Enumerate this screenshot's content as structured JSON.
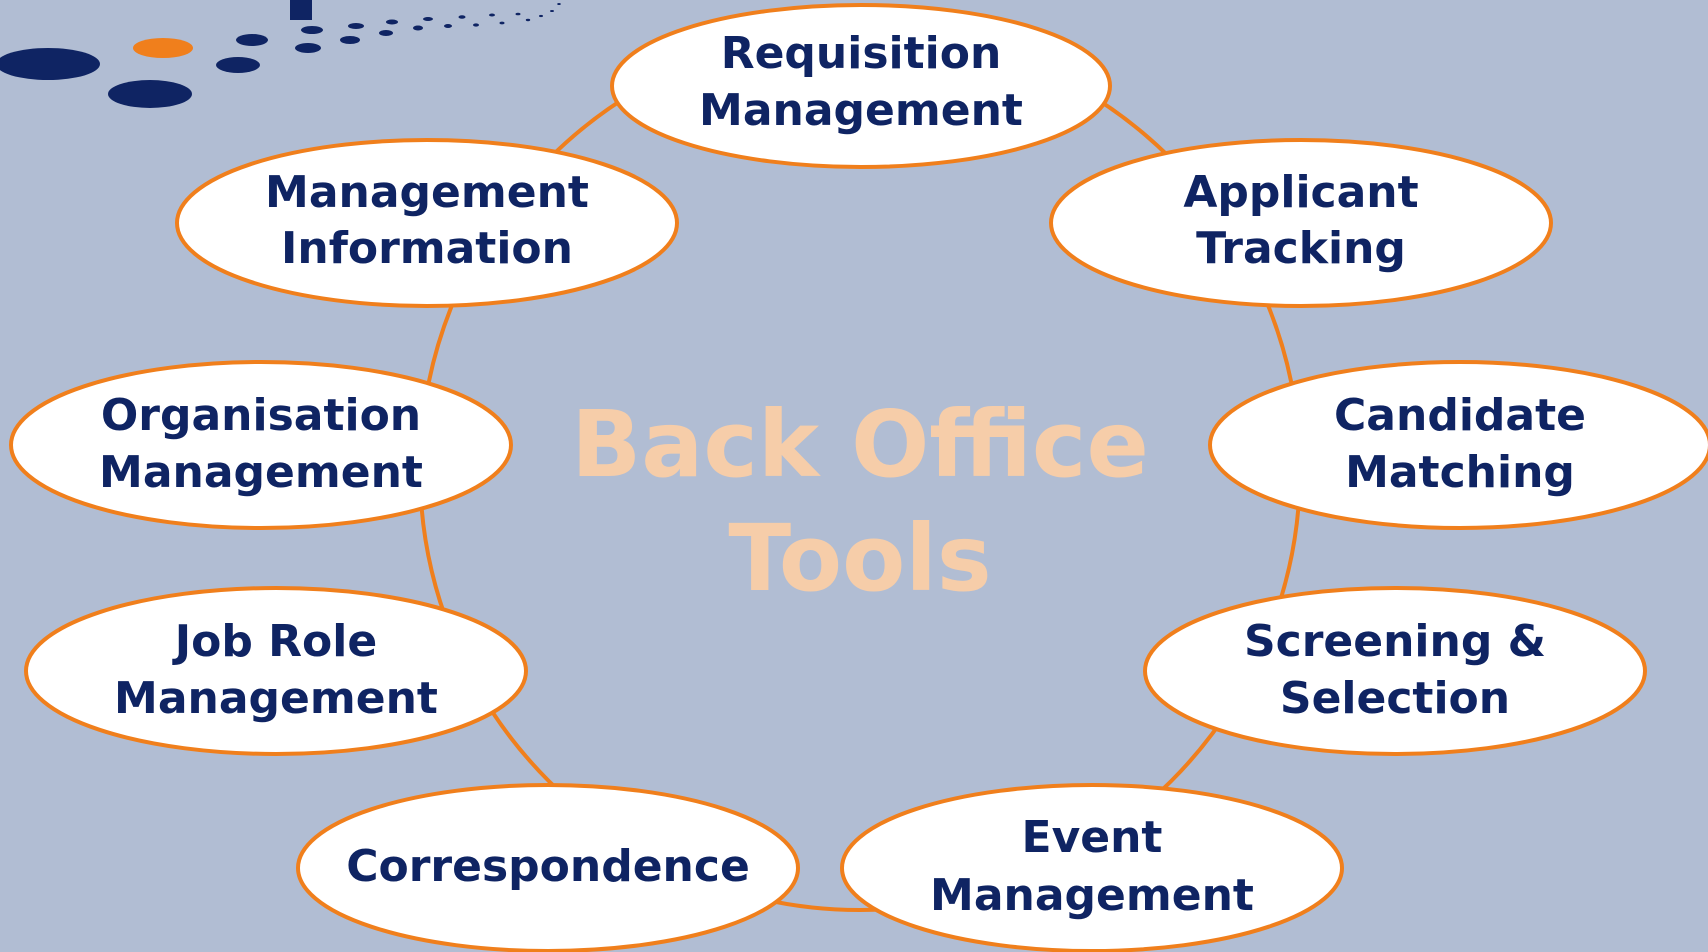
{
  "diagram": {
    "center": {
      "lines": [
        "Back Office",
        "Tools"
      ]
    },
    "nodes": [
      {
        "id": "requisition-management",
        "lines": [
          "Requisition",
          "Management"
        ]
      },
      {
        "id": "applicant-tracking",
        "lines": [
          "Applicant",
          "Tracking"
        ]
      },
      {
        "id": "candidate-matching",
        "lines": [
          "Candidate",
          "Matching"
        ]
      },
      {
        "id": "screening-selection",
        "lines": [
          "Screening &",
          "Selection"
        ]
      },
      {
        "id": "event-management",
        "lines": [
          "Event",
          "Management"
        ]
      },
      {
        "id": "correspondence",
        "lines": [
          "Correspondence"
        ]
      },
      {
        "id": "job-role-management",
        "lines": [
          "Job Role",
          "Management"
        ]
      },
      {
        "id": "organisation-management",
        "lines": [
          "Organisation",
          "Management"
        ]
      },
      {
        "id": "management-information",
        "lines": [
          "Management",
          "Information"
        ]
      }
    ]
  },
  "colors": {
    "background": "#b1bdd3",
    "ellipse_fill": "#ffffff",
    "ellipse_stroke": "#f07f1c",
    "ring_stroke": "#f07f1c",
    "node_text": "#0f2463",
    "center_text": "#f6cda9",
    "logo_navy": "#0f2463",
    "logo_orange": "#f07f1c"
  }
}
